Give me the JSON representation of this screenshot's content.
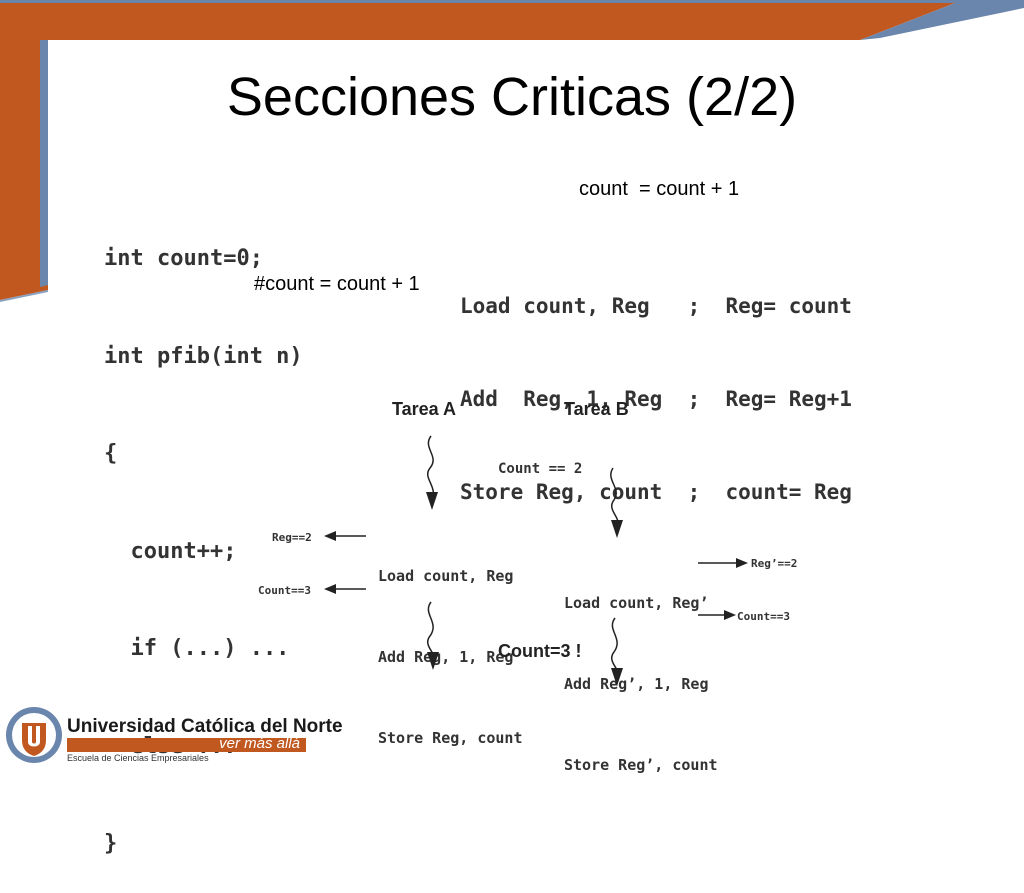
{
  "slide": {
    "title": "Secciones Criticas (2/2)"
  },
  "code_left": [
    "int count=0;",
    "int pfib(int n)",
    "{",
    "  count++;",
    "  if (...) ...",
    "  else ...",
    "}"
  ],
  "annotations": {
    "count_expr": "count  = count + 1",
    "hash_comment": "#count = count + 1"
  },
  "code_right": [
    "Load count, Reg   ;  Reg= count",
    "Add  Reg, 1, Reg  ;  Reg= Reg+1",
    "Store Reg, count  ;  count= Reg"
  ],
  "diagram": {
    "task_a": "Tarea A",
    "task_b": "Tarea B",
    "initial": "Count == 2",
    "a_ops": [
      "Load count, Reg",
      "Add Reg, 1, Reg",
      "Store Reg, count"
    ],
    "b_ops": [
      "Load count, Reg’",
      "Add Reg’, 1, Reg",
      "Store Reg’, count"
    ],
    "a_reg": "Reg==2",
    "a_count": "Count==3",
    "b_reg": "Reg’==2",
    "b_count": "Count==3",
    "result": "Count=3 !"
  },
  "logo": {
    "university": "Universidad Católica del Norte",
    "tagline": "ver más allá",
    "school": "Escuela de Ciencias Empresariales"
  },
  "colors": {
    "accent_orange": "#c0581f",
    "accent_blue": "#6b86ad"
  }
}
